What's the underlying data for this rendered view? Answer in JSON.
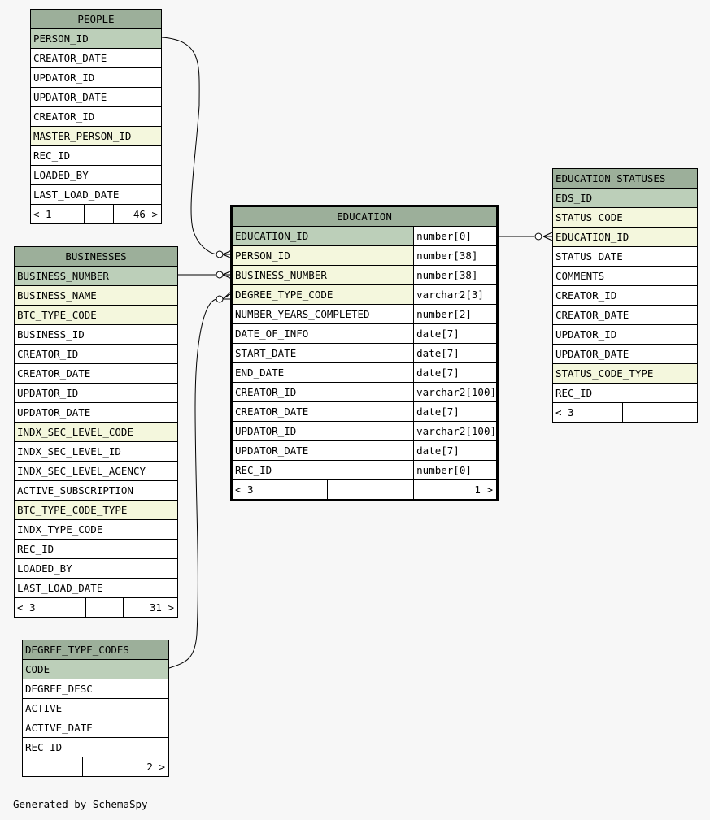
{
  "tables": {
    "people": {
      "name": "PEOPLE",
      "columns": [
        {
          "name": "PERSON_ID",
          "kind": "pk"
        },
        {
          "name": "CREATOR_DATE",
          "kind": "plain"
        },
        {
          "name": "UPDATOR_ID",
          "kind": "plain"
        },
        {
          "name": "UPDATOR_DATE",
          "kind": "plain"
        },
        {
          "name": "CREATOR_ID",
          "kind": "plain"
        },
        {
          "name": "MASTER_PERSON_ID",
          "kind": "fk"
        },
        {
          "name": "REC_ID",
          "kind": "plain"
        },
        {
          "name": "LOADED_BY",
          "kind": "plain"
        },
        {
          "name": "LAST_LOAD_DATE",
          "kind": "plain"
        }
      ],
      "footer": [
        "< 1",
        "",
        "46 >"
      ]
    },
    "businesses": {
      "name": "BUSINESSES",
      "columns": [
        {
          "name": "BUSINESS_NUMBER",
          "kind": "pk"
        },
        {
          "name": "BUSINESS_NAME",
          "kind": "fk"
        },
        {
          "name": "BTC_TYPE_CODE",
          "kind": "fk"
        },
        {
          "name": "BUSINESS_ID",
          "kind": "plain"
        },
        {
          "name": "CREATOR_ID",
          "kind": "plain"
        },
        {
          "name": "CREATOR_DATE",
          "kind": "plain"
        },
        {
          "name": "UPDATOR_ID",
          "kind": "plain"
        },
        {
          "name": "UPDATOR_DATE",
          "kind": "plain"
        },
        {
          "name": "INDX_SEC_LEVEL_CODE",
          "kind": "fk"
        },
        {
          "name": "INDX_SEC_LEVEL_ID",
          "kind": "plain"
        },
        {
          "name": "INDX_SEC_LEVEL_AGENCY",
          "kind": "plain"
        },
        {
          "name": "ACTIVE_SUBSCRIPTION",
          "kind": "plain"
        },
        {
          "name": "BTC_TYPE_CODE_TYPE",
          "kind": "fk"
        },
        {
          "name": "INDX_TYPE_CODE",
          "kind": "plain"
        },
        {
          "name": "REC_ID",
          "kind": "plain"
        },
        {
          "name": "LOADED_BY",
          "kind": "plain"
        },
        {
          "name": "LAST_LOAD_DATE",
          "kind": "plain"
        }
      ],
      "footer": [
        "< 3",
        "",
        "31 >"
      ]
    },
    "degree_type_codes": {
      "name": "DEGREE_TYPE_CODES",
      "columns": [
        {
          "name": "CODE",
          "kind": "pk"
        },
        {
          "name": "DEGREE_DESC",
          "kind": "plain"
        },
        {
          "name": "ACTIVE",
          "kind": "plain"
        },
        {
          "name": "ACTIVE_DATE",
          "kind": "plain"
        },
        {
          "name": "REC_ID",
          "kind": "plain"
        }
      ],
      "footer": [
        "",
        "",
        "2 >"
      ]
    },
    "education": {
      "name": "EDUCATION",
      "columns": [
        {
          "name": "EDUCATION_ID",
          "type": "number[0]",
          "kind": "pk"
        },
        {
          "name": "PERSON_ID",
          "type": "number[38]",
          "kind": "fk"
        },
        {
          "name": "BUSINESS_NUMBER",
          "type": "number[38]",
          "kind": "fk"
        },
        {
          "name": "DEGREE_TYPE_CODE",
          "type": "varchar2[3]",
          "kind": "fk"
        },
        {
          "name": "NUMBER_YEARS_COMPLETED",
          "type": "number[2]",
          "kind": "plain"
        },
        {
          "name": "DATE_OF_INFO",
          "type": "date[7]",
          "kind": "plain"
        },
        {
          "name": "START_DATE",
          "type": "date[7]",
          "kind": "plain"
        },
        {
          "name": "END_DATE",
          "type": "date[7]",
          "kind": "plain"
        },
        {
          "name": "CREATOR_ID",
          "type": "varchar2[100]",
          "kind": "plain"
        },
        {
          "name": "CREATOR_DATE",
          "type": "date[7]",
          "kind": "plain"
        },
        {
          "name": "UPDATOR_ID",
          "type": "varchar2[100]",
          "kind": "plain"
        },
        {
          "name": "UPDATOR_DATE",
          "type": "date[7]",
          "kind": "plain"
        },
        {
          "name": "REC_ID",
          "type": "number[0]",
          "kind": "plain"
        }
      ],
      "footer": [
        "< 3",
        "",
        "1 >"
      ]
    },
    "education_statuses": {
      "name": "EDUCATION_STATUSES",
      "columns": [
        {
          "name": "EDS_ID",
          "kind": "pk"
        },
        {
          "name": "STATUS_CODE",
          "kind": "fk"
        },
        {
          "name": "EDUCATION_ID",
          "kind": "fk"
        },
        {
          "name": "STATUS_DATE",
          "kind": "plain"
        },
        {
          "name": "COMMENTS",
          "kind": "plain"
        },
        {
          "name": "CREATOR_ID",
          "kind": "plain"
        },
        {
          "name": "CREATOR_DATE",
          "kind": "plain"
        },
        {
          "name": "UPDATOR_ID",
          "kind": "plain"
        },
        {
          "name": "UPDATOR_DATE",
          "kind": "plain"
        },
        {
          "name": "STATUS_CODE_TYPE",
          "kind": "fk"
        },
        {
          "name": "REC_ID",
          "kind": "plain"
        }
      ],
      "footer": [
        "< 3",
        "",
        ""
      ]
    }
  },
  "colors": {
    "header": "#9caf9a",
    "pk": "#bccfb9",
    "fk": "#f4f7dd",
    "plain": "#ffffff",
    "background": "#f7f7f7"
  },
  "footer_text": "Generated by SchemaSpy"
}
